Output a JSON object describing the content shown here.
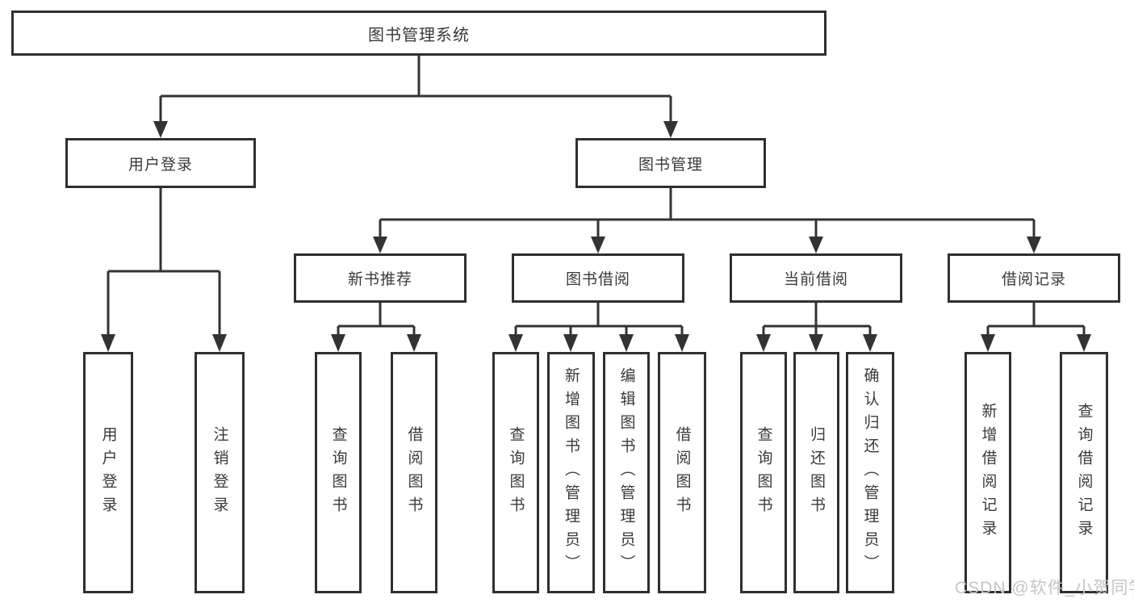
{
  "colors": {
    "line": "#333333",
    "box_border": "#2f2f2f",
    "box_fill": "#ffffff",
    "text": "#3a3a3a",
    "watermark": "#c5c5c5",
    "background": "#ffffff"
  },
  "watermark": {
    "text": "CSDN @软件_小贺同学"
  },
  "tree": {
    "root": {
      "label": "图书管理系统"
    },
    "branches": [
      {
        "label": "用户登录",
        "children": [
          "用户登录",
          "注销登录"
        ]
      },
      {
        "label": "图书管理",
        "groups": [
          {
            "label": "新书推荐",
            "children": [
              "查询图书",
              "借阅图书"
            ]
          },
          {
            "label": "图书借阅",
            "children": [
              "查询图书",
              "新增图书（管理员）",
              "编辑图书（管理员）",
              "借阅图书"
            ]
          },
          {
            "label": "当前借阅",
            "children": [
              "查询图书",
              "归还图书",
              "确认归还（管理员）"
            ]
          },
          {
            "label": "借阅记录",
            "children": [
              "新增借阅记录",
              "查询借阅记录"
            ]
          }
        ]
      }
    ]
  }
}
